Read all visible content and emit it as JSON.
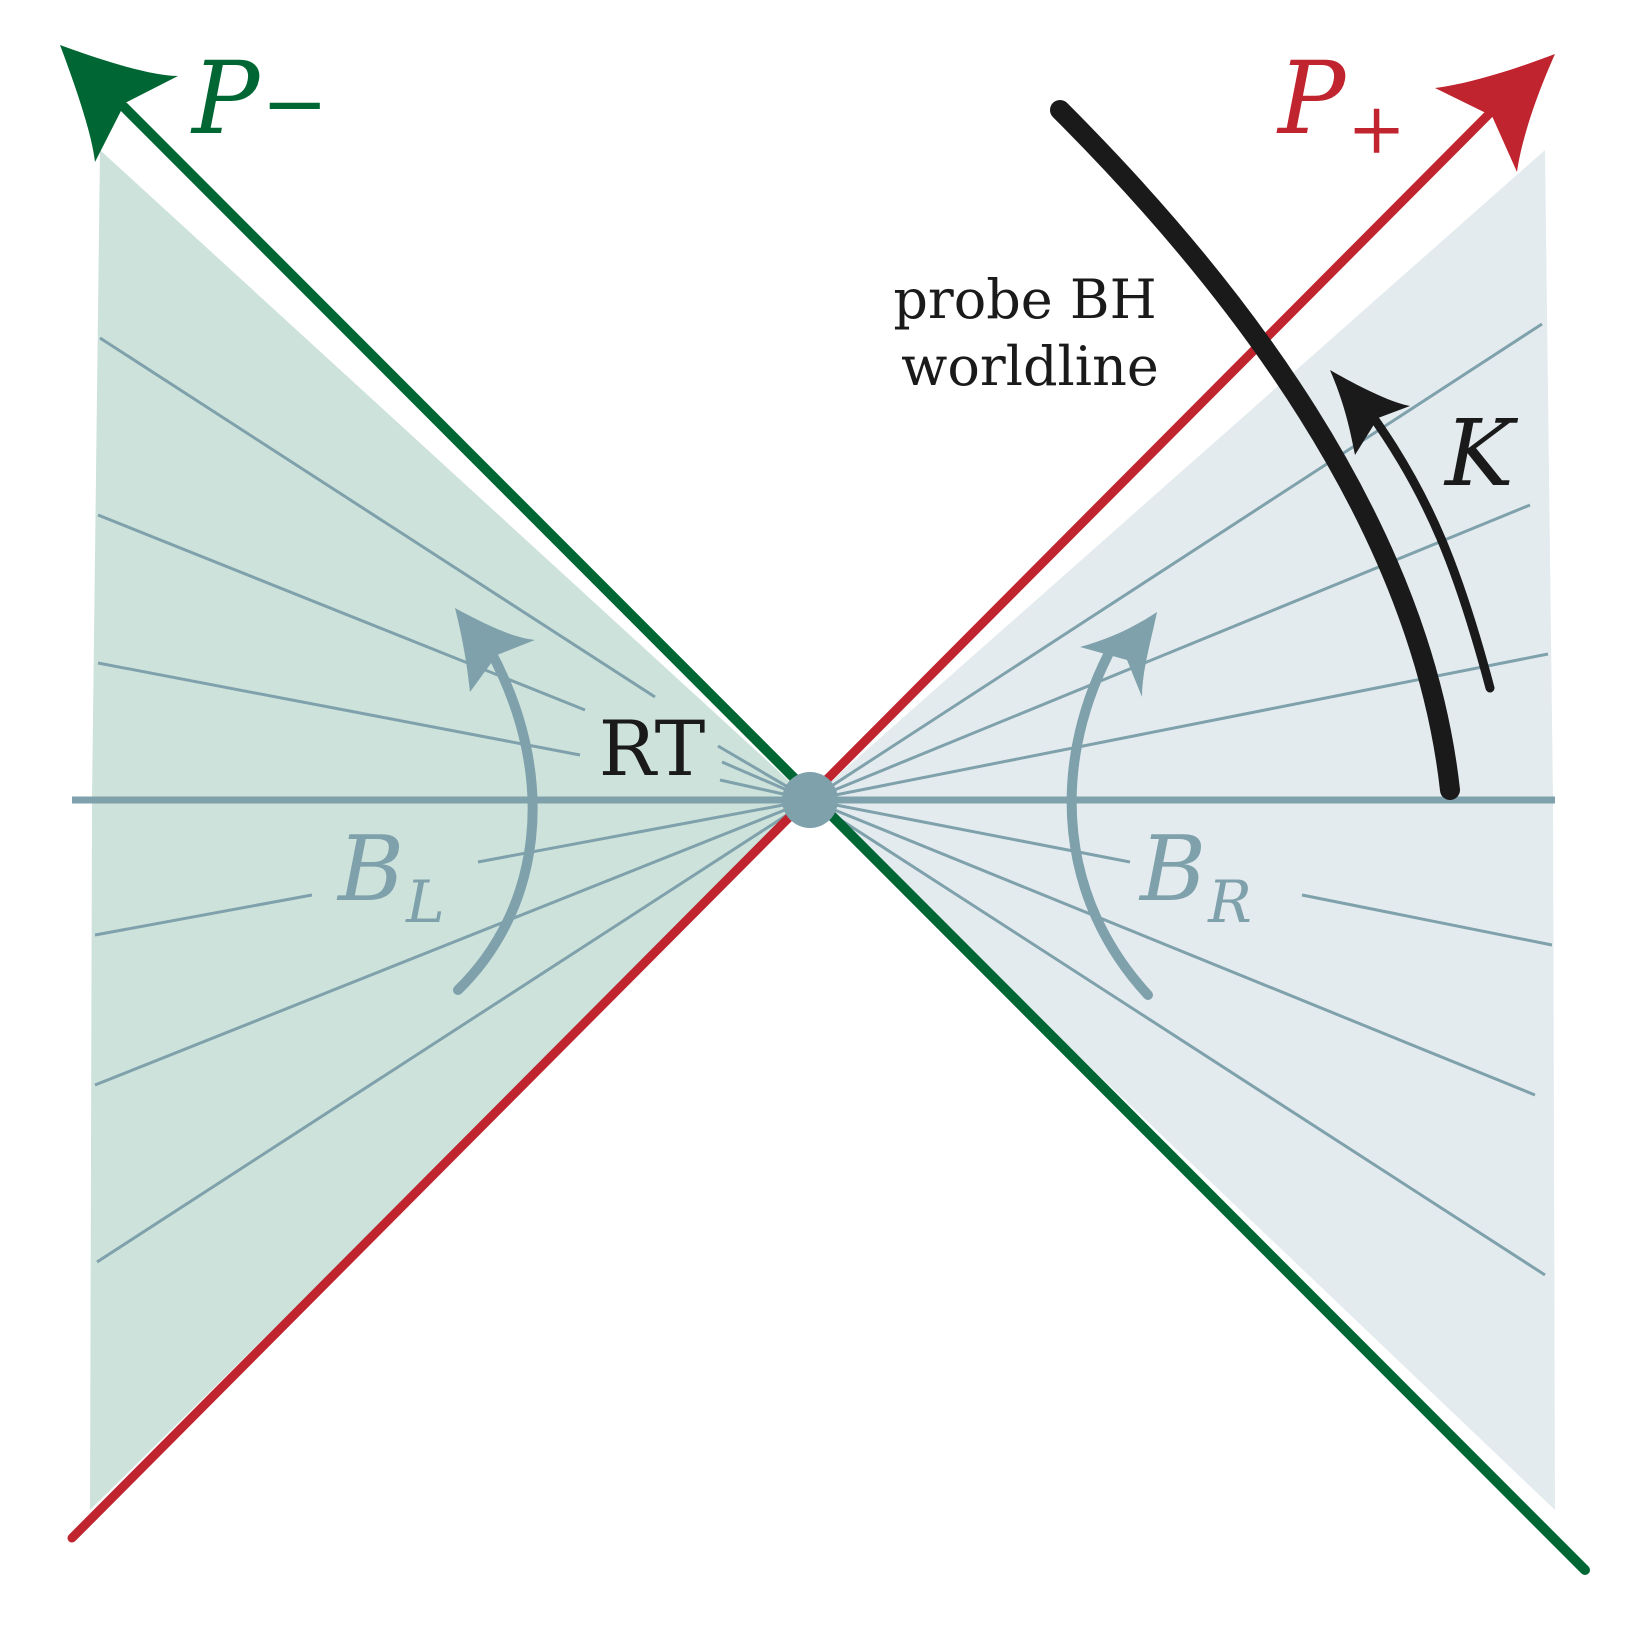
{
  "labels": {
    "p_minus": "P",
    "p_minus_sub": "−",
    "p_plus": "P",
    "p_plus_sub": "+",
    "probe_line1": "probe BH",
    "probe_line2": "worldline",
    "k": "K",
    "rt": "RT",
    "b_l": "B",
    "b_l_sub": "L",
    "b_r": "B",
    "b_r_sub": "R"
  },
  "colors": {
    "green": "#006633",
    "red": "#c0242e",
    "slate": "#7fa1ac",
    "black": "#1a1a1a",
    "left_fill": "#cde2da",
    "right_fill": "#e3ebee"
  }
}
